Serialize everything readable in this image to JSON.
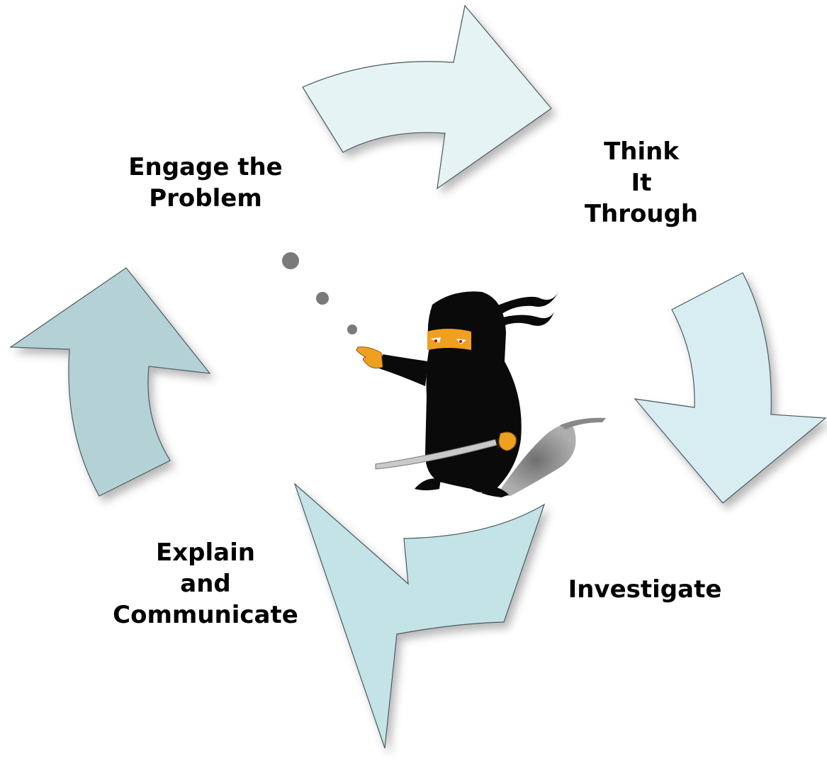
{
  "steps": {
    "engage": {
      "line1": "Engage the",
      "line2": "Problem"
    },
    "think": {
      "line1": "Think",
      "line2": "It",
      "line3": "Through"
    },
    "investigate": {
      "line1": "Investigate"
    },
    "explain": {
      "line1": "Explain",
      "line2": "and",
      "line3": "Communicate"
    }
  },
  "icons": {
    "center": "ninja-icon",
    "thought": "thought-bubble-dots-icon",
    "arrows": "cycle-arrow-icon"
  },
  "colors": {
    "arrow_top": "#e6f3f4",
    "arrow_right": "#d8edf1",
    "arrow_bottom": "#c3e3e6",
    "arrow_left": "#b4d2d6",
    "arrow_stroke": "#4a5a60",
    "ninja_body": "#0a0a0a",
    "ninja_skin": "#f0a020",
    "thought_dots": "#7a7a7a"
  }
}
